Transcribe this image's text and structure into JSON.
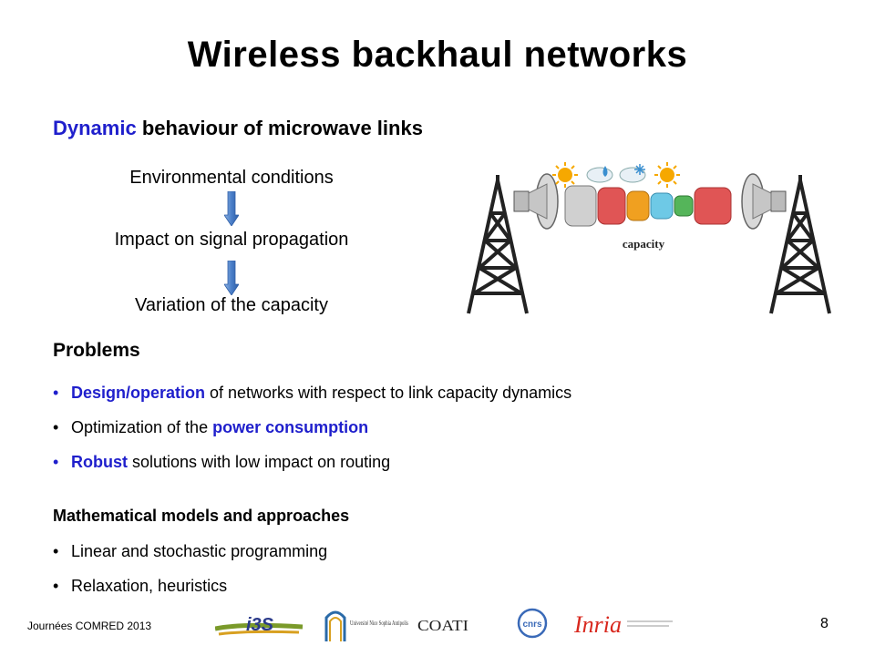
{
  "slide": {
    "title": "Wireless backhaul networks",
    "subtitle_blue": "Dynamic",
    "subtitle_rest": " behaviour of microwave links",
    "flow": [
      "Environmental conditions",
      "Impact on signal propagation",
      "Variation of the capacity"
    ],
    "diagram_label": "capacity",
    "problems": {
      "heading": "Problems",
      "items": [
        {
          "blue": "Design/operation",
          "rest": " of networks with respect to link capacity dynamics",
          "pre": ""
        },
        {
          "pre": "Optimization of the ",
          "blue": "power consumption",
          "rest": ""
        },
        {
          "blue": "Robust",
          "rest": " solutions with low impact on routing",
          "pre": ""
        }
      ]
    },
    "models": {
      "heading": "Mathematical models and approaches",
      "items": [
        "Linear and stochastic programming",
        "Relaxation, heuristics"
      ]
    },
    "footer": "Journées COMRED 2013",
    "page_number": "8",
    "logos": {
      "i3s": "i3S",
      "univ": "Université Nice Sophia Antipolis",
      "coati": "COATI",
      "cnrs": "cnrs",
      "inria": "Inria"
    },
    "colors": {
      "accent_blue": "#1f1fcc",
      "seg_gray": "#d0d0d0",
      "seg_red": "#e05555",
      "seg_orange": "#f0a020",
      "seg_cyan": "#6ec9e6",
      "seg_green": "#55b55a"
    }
  }
}
